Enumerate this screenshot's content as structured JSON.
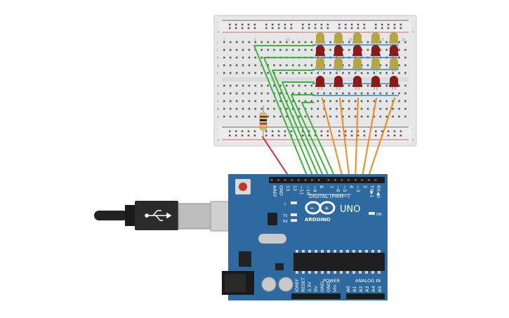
{
  "board": {
    "logo_text": "ARDUINO",
    "model": "UNO",
    "digital_header": "DIGITAL (PWM~)",
    "power_header": "POWER",
    "analog_header": "ANALOG IN",
    "on_label": "ON",
    "led_l": "L",
    "led_tx": "TX",
    "led_rx": "RX",
    "digital_pins": [
      "AREF",
      "GND",
      "13",
      "12",
      "~11",
      "~10",
      "~9",
      "8",
      "7",
      "~6",
      "~5",
      "4",
      "~3",
      "2",
      "TX▶1",
      "RX◀0"
    ],
    "power_pins": [
      "IOREF",
      "RESET",
      "3.3V",
      "5V",
      "GND",
      "GND",
      "Vin"
    ],
    "analog_pins": [
      "A0",
      "A1",
      "A2",
      "A3",
      "A4",
      "A5"
    ]
  },
  "breadboard": {
    "row_letters_top": [
      "j",
      "i",
      "h",
      "g",
      "f"
    ],
    "row_letters_bottom": [
      "e",
      "d",
      "c",
      "b",
      "a"
    ],
    "column_numbers": [
      "1",
      "5",
      "10",
      "15",
      "20",
      "25",
      "30"
    ],
    "rail_plus": "+",
    "rail_minus": "-"
  },
  "colors": {
    "board": "#2e6aa0",
    "wire_green": "#3db342",
    "wire_orange": "#f08a1c",
    "wire_red": "#d63131",
    "led_red": "#8b1a1a",
    "led_olive": "#b5a642"
  }
}
